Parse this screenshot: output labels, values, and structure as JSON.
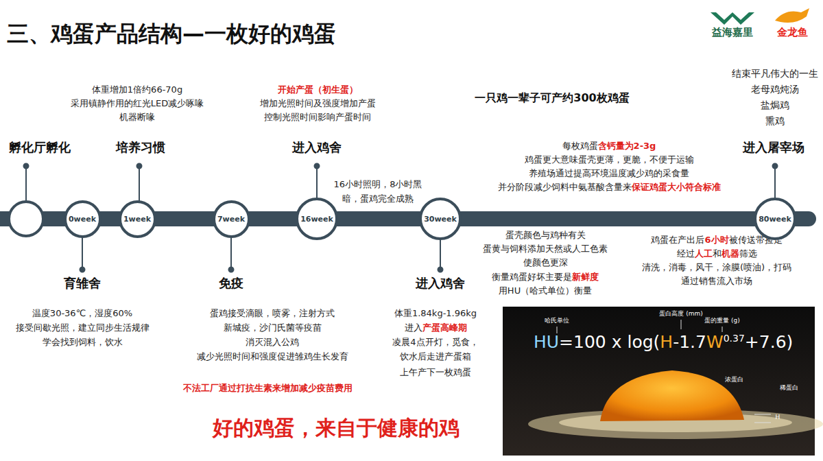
{
  "diagram": {
    "title": "三、鸡蛋产品结构—一枚好的鸡蛋",
    "nodes": [
      {
        "text": [
          "0week"
        ]
      },
      {
        "text": [
          "1week"
        ]
      },
      {
        "text": [
          "7week"
        ]
      },
      {
        "text": [
          "16week"
        ]
      },
      {
        "text": [
          "30week"
        ]
      },
      {
        "text": [
          "80week"
        ]
      }
    ],
    "labels": [
      "益海嘉里",
      "金龙鱼",
      "孵化厅孵化",
      "体重增加1倍约66-70g",
      "采用镇静作用的红光LED减少啄喙",
      "机器断喙",
      "培养习惯",
      "开始产蛋（初生蛋）",
      "增加光照时间及强度增加产蛋",
      "控制光照时间影响产蛋时间",
      "进入鸡舍",
      "16小时照明，8小时黑",
      "暗，蛋鸡完全成熟",
      "一只鸡一辈子可产约300枚鸡蛋",
      "每枚鸡蛋",
      "含钙量为2-3g",
      "鸡蛋更大意味蛋壳更薄，更脆，不便于运输",
      "养殖场通过提高环境温度减少鸡的采食量",
      "并分阶段减少饲料中氨基酸含量来",
      "保证鸡蛋大小符合标准",
      "结束平凡伟大的一生",
      "老母鸡炖汤",
      "盐焗鸡",
      "熏鸡",
      "进入屠宰场",
      "育雏舍",
      "温度30-36℃，湿度60%",
      "接受间歇光照，建立同步生活规律",
      "学会找到饲料，饮水",
      "免疫",
      "蛋鸡接受滴眼，喷雾，注射方式",
      "新城疫，沙门氏菌等疫苗",
      "消灭混入公鸡",
      "减少光照时间和强度促进雏鸡生长发育",
      "不法工厂通过打抗生素来增加减少疫苗费用",
      "进入鸡舍",
      "体重1.84kg-1.96kg",
      "进入",
      "产蛋高峰期",
      "凌晨4点开灯，觅食，",
      "饮水后走进产蛋箱",
      "上午产下一枚鸡蛋",
      "蛋壳颜色与鸡种有关",
      "蛋黄与饲料添加天然或人工色素",
      "使颜色更深",
      "衡量鸡蛋好坏主要是",
      "新鲜度",
      "用HU（哈式单位）衡量",
      "鸡蛋在产出后",
      "6小时",
      "被传送带捡走",
      "经过",
      "人工",
      "和",
      "机器",
      "筛选",
      "清洗，消毒，风干，涂膜(喷油)，打码",
      "通过销售流入市场",
      "好的鸡蛋，来自于健康的鸡",
      "哈氏单位",
      "蛋白高度 (mm)",
      "蛋的重量 (g)",
      "HU",
      "=100 x log(",
      "H",
      "-1.7",
      "W",
      "0.37",
      "+7.6)",
      "浓蛋白",
      "稀蛋白",
      "H"
    ]
  }
}
